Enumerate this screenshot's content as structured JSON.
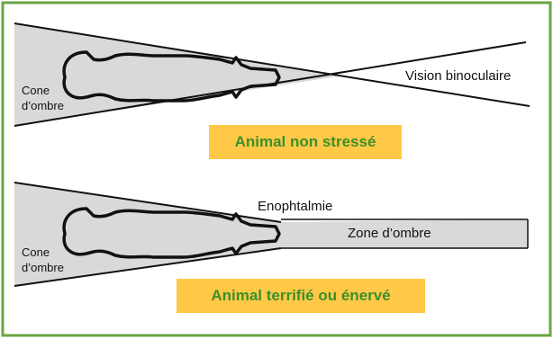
{
  "colors": {
    "frame": "#6aa544",
    "cone_fill": "#d9d9d9",
    "tag_fill": "#ffc947",
    "tag_text": "#3c8f2a",
    "ink": "#111111"
  },
  "top_panel": {
    "cone_label": "Cone\nd’ombre",
    "binocular_label": "Vision binoculaire",
    "status_label": "Animal non stressé"
  },
  "bottom_panel": {
    "cone_label": "Cone\nd’ombre",
    "enophthalmia_label": "Enophtalmie",
    "zone_label": "Zone d’ombre",
    "status_label": "Animal terrifié ou énervé"
  }
}
